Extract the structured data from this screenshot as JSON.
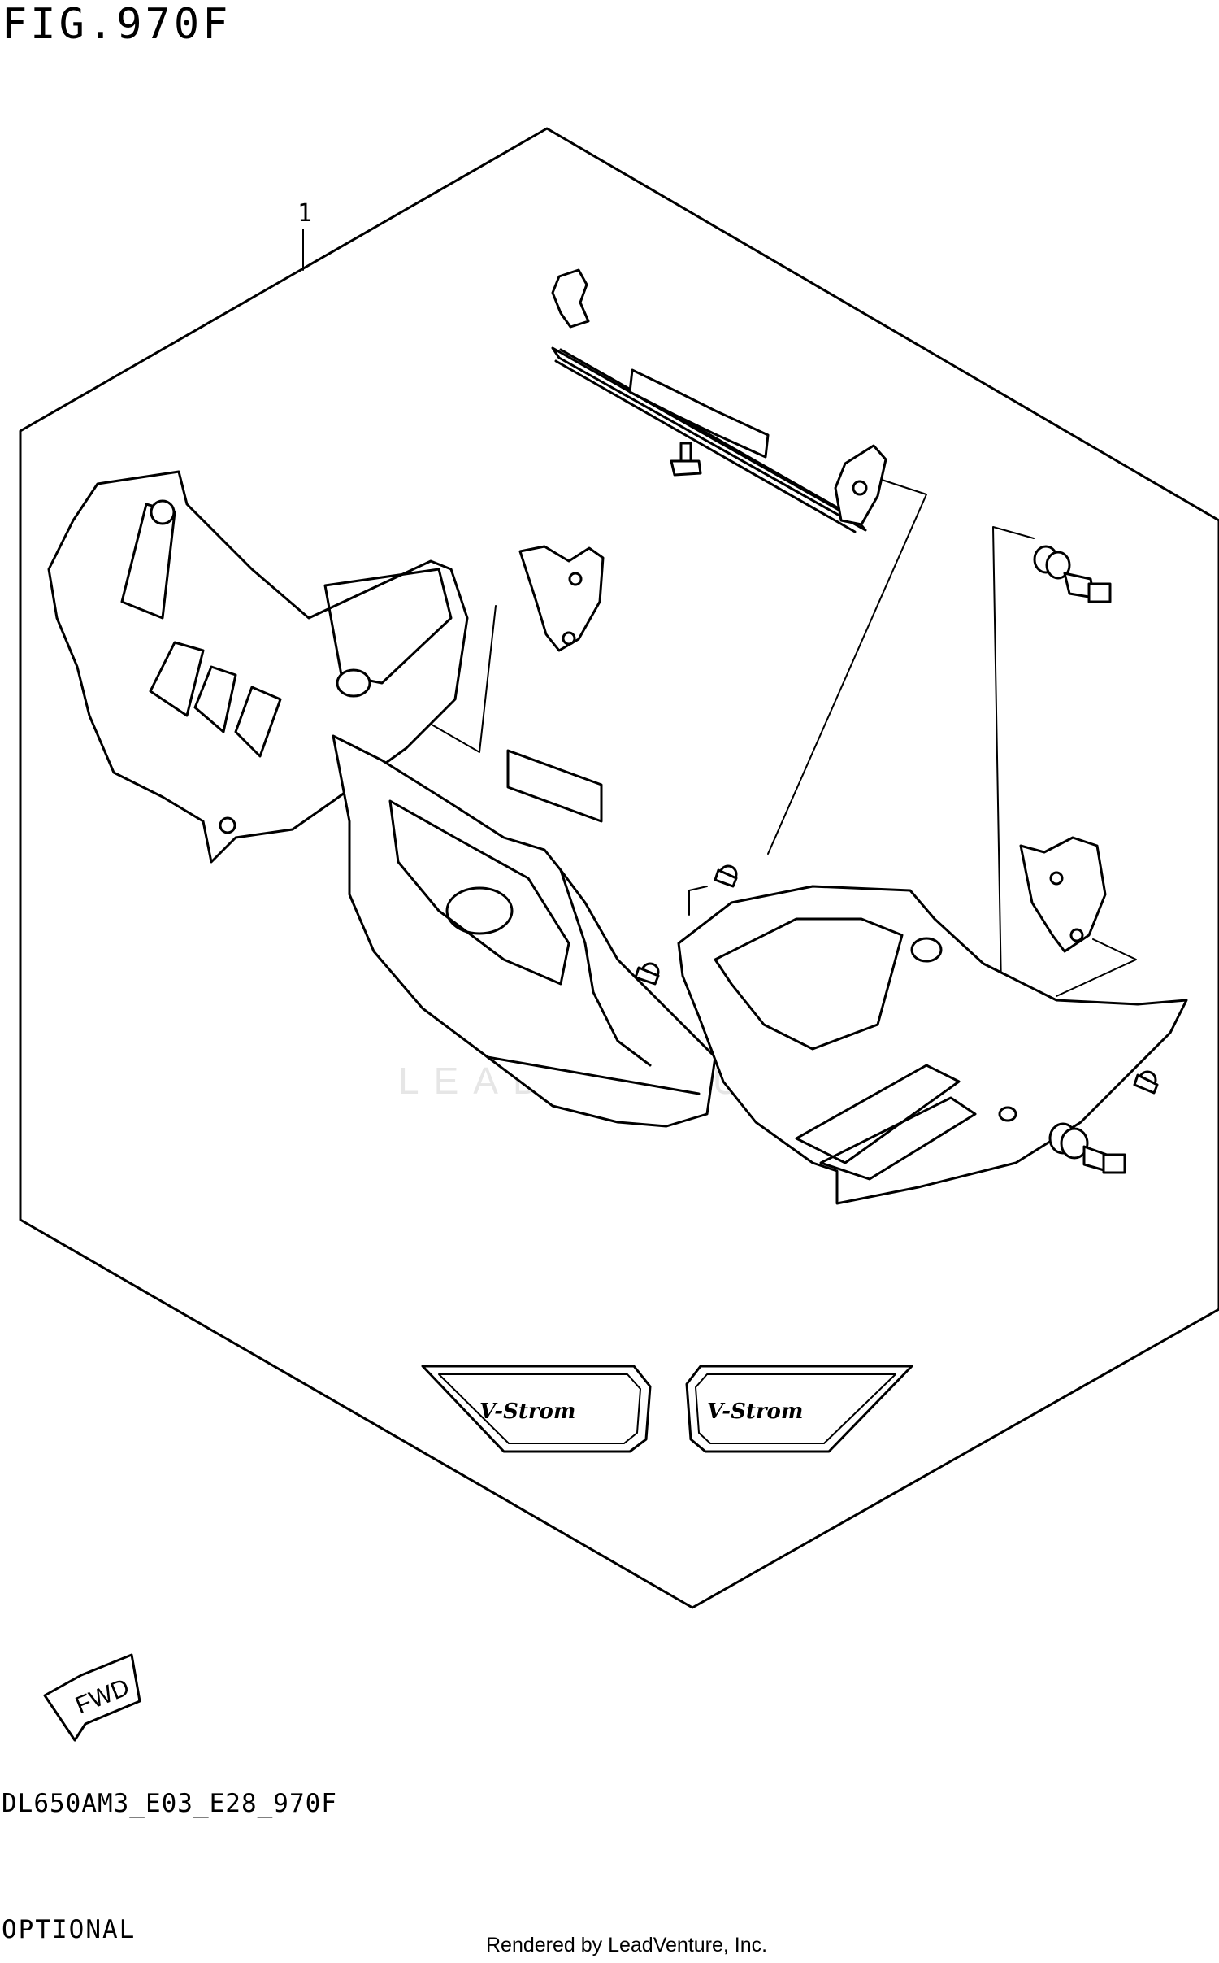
{
  "figure": {
    "title": "FIG.970F",
    "callouts": [
      {
        "label": "1"
      }
    ],
    "emblem_text": [
      "V-Strom",
      "V-Strom"
    ],
    "direction_arrow": "FWD",
    "watermark": "LEADVENTURE"
  },
  "footer": {
    "diagram_code": "DL650AM3_E03_E28_970F",
    "section": "OPTIONAL",
    "credit": "Rendered by LeadVenture, Inc."
  }
}
